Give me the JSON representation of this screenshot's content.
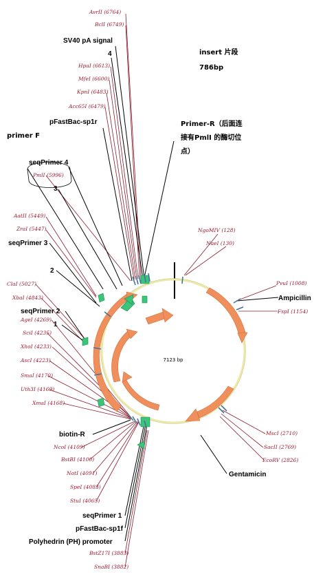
{
  "plasmid": {
    "size_label": "7123 bp"
  },
  "annotations": {
    "insert_title": "insert 片段",
    "insert_size": "786bp",
    "primer_r_line1": "Primer-R（后面连",
    "primer_r_line2": "接有PmlI 的酶切位",
    "primer_r_line3": "点）",
    "primer_f": "primer F"
  },
  "sites": {
    "avrii": "AvrII (6764)",
    "bcli": "BclI (6749)",
    "hpai": "HpaI (6613)",
    "mfei": "MfeI (6600)",
    "kpni": "KpnI (6483)",
    "acc65i": "Acc65I (6479)",
    "pmli": "PmlI (5996)",
    "aatii": "AatII (5449)",
    "zrai": "ZraI (5447)",
    "clai": "ClaI (5027)",
    "xbai": "XbaI (4843)",
    "agei": "AgeI (4269)",
    "scii": "SciI (4235)",
    "xhoi": "XhoI (4233)",
    "asci": "AscI (4223)",
    "smai": "SmaI (4170)",
    "tth3i": "Uth3I (4169)",
    "xmai": "XmaI (4168)",
    "ncoi": "NcoI (4109)",
    "bstbi": "BstBI (4100)",
    "noti": "NotI (4091)",
    "spei": "SpeI (4083)",
    "stui": "StuI (4065)",
    "bst1107i": "BstZ17I (3883)",
    "snabi": "SnaBI (3882)",
    "ngomiv": "NgoMIV (128)",
    "naei": "NaeI (130)",
    "pvui": "PvuI (1008)",
    "fspi": "FspI (1154)",
    "msci": "MscI (2710)",
    "sacii": "SacII (2769)",
    "ecorv": "EcoRV (2826)"
  },
  "features": {
    "sv40": "SV40 pA signal",
    "num4": "4",
    "pfastbac_r": "pFastBac-sp1r",
    "seqprimer4": "seqPrimer 4",
    "num3": "3",
    "seqprimer3": "seqPrimer 3",
    "num2": "2",
    "seqprimer2": "seqPrimer 2",
    "num1": "1",
    "biotin_r": "biotin-R",
    "seqprimer1": "seqPrimer 1",
    "pfastbac_f": "pFastBac-sp1f",
    "polyhedrin": "Polyhedrin (PH) promoter",
    "ampicillin": "Ampicillin",
    "gentamicin": "Gentamicin"
  },
  "colors": {
    "backbone": "#ece8a8",
    "gene_arrow": "#ef8f5c",
    "promoter_arrow": "#3cc47a",
    "site_line": "#8b1a2a",
    "site_text": "#a0182e",
    "tick": "#46739a"
  }
}
